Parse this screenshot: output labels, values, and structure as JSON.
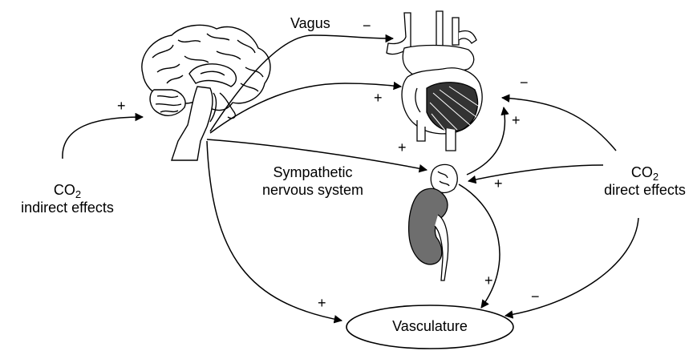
{
  "labels": {
    "vagus": "Vagus",
    "sympathetic": [
      "Sympathetic",
      "nervous system"
    ],
    "co2_indirect": {
      "co": "CO",
      "sub": "2",
      "text": "indirect effects"
    },
    "co2_direct": {
      "co": "CO",
      "sub": "2",
      "text": "direct effects"
    },
    "vasculature": "Vasculature"
  },
  "signs": {
    "plus": "+",
    "minus": "−"
  },
  "colors": {
    "line": "#000000",
    "kidney": "#6e6e6e",
    "brain_fill": "#ffffff",
    "background": "#ffffff"
  },
  "icons": [
    "brain-illustration",
    "heart-illustration",
    "kidney-illustration"
  ]
}
